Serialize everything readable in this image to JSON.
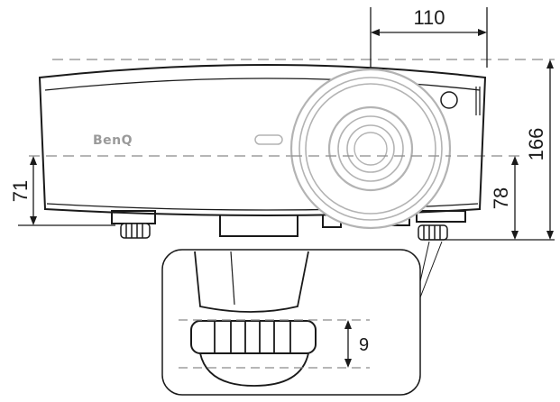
{
  "brand": "BenQ",
  "dimensions": {
    "lens_offset": "110",
    "total_height": "166",
    "left_height": "71",
    "right_height": "78",
    "foot_adjust": "9"
  },
  "colors": {
    "outline": "#1a1a1a",
    "lens_gray": "#b3b3b3",
    "dash": "#8a8a8a",
    "brand_gray": "#9a9a9a"
  }
}
